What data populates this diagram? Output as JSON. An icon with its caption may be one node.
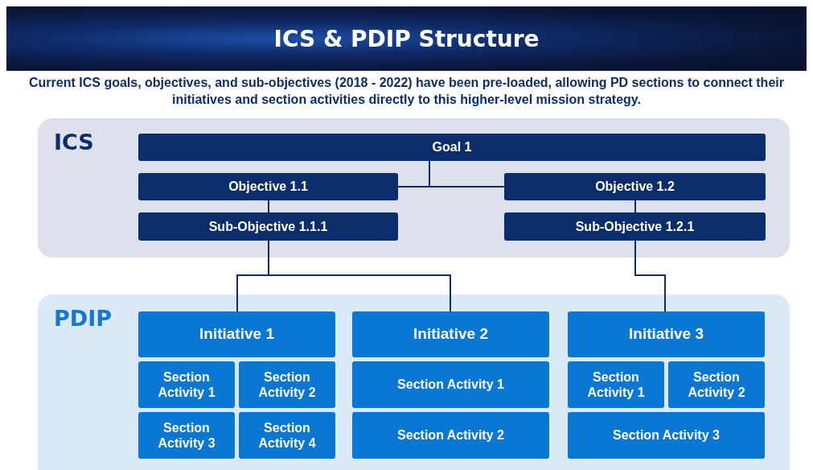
{
  "diagram": {
    "title": "ICS & PDIP Structure",
    "caption": "Current ICS goals, objectives, and sub-objectives (2018 - 2022) have been pre-loaded, allowing PD sections to connect their initiatives and section activities directly to this higher-level mission strategy.",
    "nodes": [
      {
        "text": [
          "ICS"
        ]
      },
      {
        "text": [
          "Goal 1"
        ],
        "in": 0
      },
      {
        "text": [
          "Objective 1.1"
        ],
        "in": 0
      },
      {
        "text": [
          "Objective 1.2"
        ],
        "in": 0
      },
      {
        "text": [
          "Sub-Objective 1.1.1"
        ],
        "in": 0
      },
      {
        "text": [
          "Sub-Objective 1.2.1"
        ],
        "in": 0
      },
      {
        "text": [
          "PDIP"
        ]
      },
      {
        "text": [
          "Initiative 1"
        ],
        "in": 6
      },
      {
        "text": [
          "Initiative 2"
        ],
        "in": 6
      },
      {
        "text": [
          "Initiative 3"
        ],
        "in": 6
      },
      {
        "text": [
          "Section Activity 1"
        ],
        "in": 6
      },
      {
        "text": [
          "Section Activity 2"
        ],
        "in": 6
      },
      {
        "text": [
          "Section Activity 3"
        ],
        "in": 6
      },
      {
        "text": [
          "Section Activity 4"
        ],
        "in": 6
      },
      {
        "text": [
          "Section Activity 1"
        ],
        "in": 6
      },
      {
        "text": [
          "Section Activity 2"
        ],
        "in": 6
      },
      {
        "text": [
          "Section Activity 1"
        ],
        "in": 6
      },
      {
        "text": [
          "Section Activity 2"
        ],
        "in": 6
      },
      {
        "text": [
          "Section Activity 3"
        ],
        "in": 6
      }
    ],
    "edges": [
      {
        "from": 1,
        "to": 2,
        "arrow": "none"
      },
      {
        "from": 1,
        "to": 3,
        "arrow": "none"
      },
      {
        "from": 2,
        "to": 4,
        "arrow": "none"
      },
      {
        "from": 3,
        "to": 5,
        "arrow": "none"
      },
      {
        "from": 4,
        "to": 7,
        "arrow": "none"
      },
      {
        "from": 4,
        "to": 8,
        "arrow": "none"
      },
      {
        "from": 5,
        "to": 9,
        "arrow": "none"
      }
    ]
  }
}
